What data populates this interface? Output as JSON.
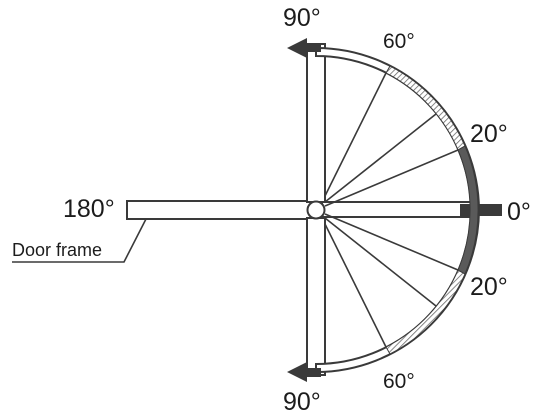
{
  "angle_labels": {
    "top_90": "90°",
    "top_60": "60°",
    "upper_20": "20°",
    "zero": "0°",
    "lower_20": "20°",
    "bottom_60": "60°",
    "bottom_90": "90°",
    "left_180": "180°"
  },
  "door_frame_label": "Door frame",
  "colors": {
    "stroke": "#3a3a3a",
    "zone_dark": "#5a5a5a",
    "zone_hatch": "#6a6a6a",
    "background": "#ffffff"
  }
}
